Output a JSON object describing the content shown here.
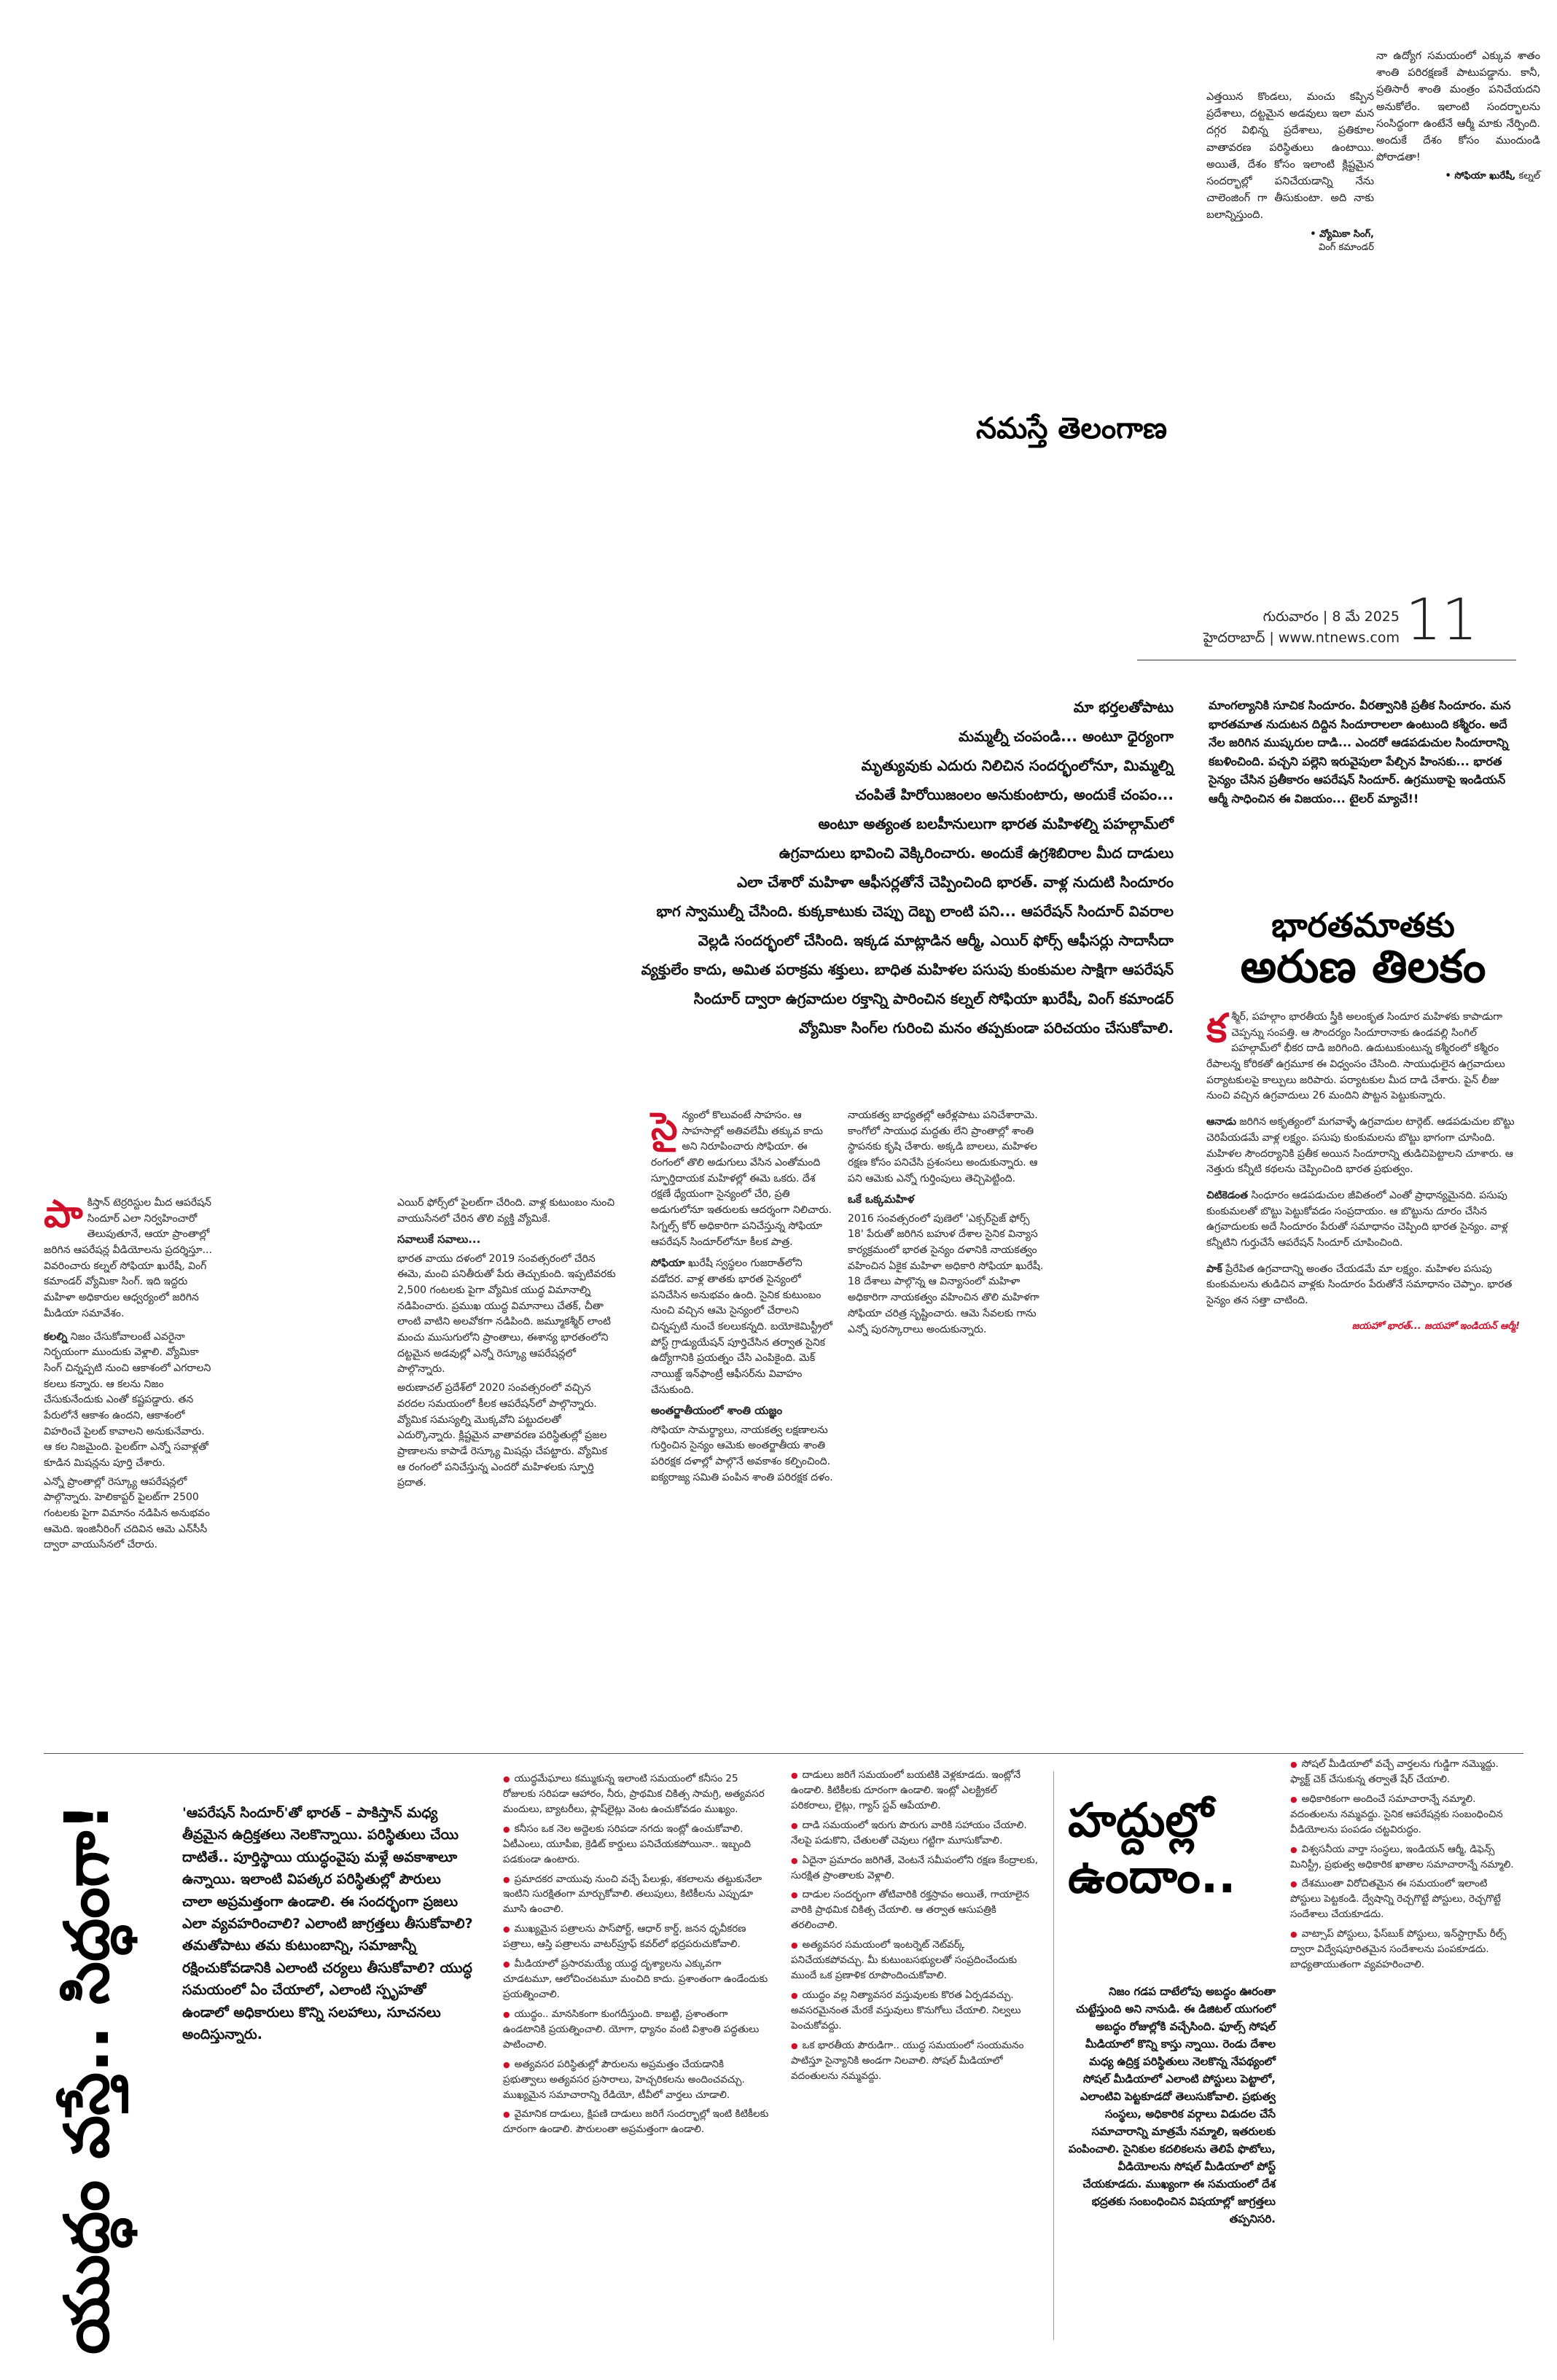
{
  "masthead": {
    "paper_name": "నమస్తే తెలంగాణ",
    "day_date": "గురువారం | 8 మే 2025",
    "city_site": "హైదరాబాద్ | www.ntnews.com",
    "page_number": "11"
  },
  "top_quotes": {
    "vyomika": {
      "text": "ఎత్తయిన కొండలు, మంచు కప్పిన ప్రదేశాలు, దట్టమైన అడవులు ఇలా మన దగ్గర విభిన్న ప్రదేశాలు, ప్రతికూల వాతావరణ పరిస్థితులు ఉంటాయి. అయితే, దేశం కోసం ఇలాంటి క్లిష్టమైన సందర్భాల్లో పనిచేయడాన్ని నేను చాలెంజింగ్ గా తీసుకుంటా. అది నాకు బలాన్నిస్తుంది.",
      "name": "• వ్యోమికా సింగ్,",
      "role": "వింగ్ కమాండర్"
    },
    "sofiya": {
      "text": "నా ఉద్యోగ సమయంలో ఎక్కువ శాతం శాంతి పరిరక్షణకే పాటుపడ్డాను. కానీ, ప్రతిసారీ శాంతి మంత్రం పనిచేయదని అనుకోలేం. ఇలాంటి సందర్భాలను సంసిద్ధంగా ఉంటేనే ఆర్మీ మాకు నేర్పింది. అందుకే దేశం కోసం ముందుండి పోరాడతా!",
      "name": "• సోఫియా ఖురేషీ,",
      "role": "కల్నల్"
    }
  },
  "lead": {
    "lines": [
      "మా భర్తలతోపాటు",
      "మమ్మల్నీ చంపండి... అంటూ ధైర్యంగా",
      "మృత్యువుకు ఎదురు నిలిచిన సందర్భంలోనూ, మిమ్మల్ని",
      "చంపితే హిరోయిజంలం అనుకుంటారు, అందుకే చంపం...",
      "అంటూ అత్యంత బలహీనులుగా భారత మహిళల్ని పహల్గామ్‌లో",
      "ఉగ్రవాదులు భావించి వెక్కిరించారు. అందుకే ఉగ్రశిబిరాల మీద దాడులు",
      "ఎలా చేశారో మహిళా ఆఫీసర్లతోనే చెప్పించింది భారత్. వాళ్ల నుదుటి సిందూరం",
      "భాగ స్వాముల్నీ చేసింది. కుక్కకాటుకు చెప్పు దెబ్బ లాంటి పని... ఆపరేషన్ సిందూర్ వివరాల",
      "వెల్లడి సందర్భంలో చేసింది. ఇక్కడ మాట్లాడిన ఆర్మీ, ఎయిర్ ఫోర్స్ ఆఫీసర్లు సాదాసీదా",
      "వ్యక్తులేం కాదు, అమిత పరాక్రమ శక్తులు. బాధిత మహిళల పసుపు కుంకుమల సాక్షిగా ఆపరేషన్",
      "సిందూర్ ద్వారా ఉగ్రవాదుల రక్తాన్ని పారించిన కల్నల్ సోఫియా ఖురేషీ, వింగ్ కమాండర్",
      "వ్యోమికా సింగ్‌ల గురించి మనం తప్పకుండా పరిచయం చేసుకోవాలి."
    ]
  },
  "sidebar_poem": {
    "text": "మాంగల్యానికి సూచిక సిందూరం. వీరత్వానికి ప్రతీక సిందూరం. మన భారతమాత నుదుటన దిద్దిన సిందూరాలలా ఉంటుంది కశ్మీరం. అదే నేల జరిగిన ముష్కరుల దాడి... ఎందరో ఆడపడుచుల సిందూరాన్ని కబళించింది. పచ్చని పల్లెని ఇరువైపులా పేల్చిన హింసకు... భారత సైన్యం చేసిన ప్రతీకారం ఆపరేషన్ సిందూర్. ఉగ్రముఠాపై ఇండియన్ ఆర్మీ సాధించిన ఈ విజయం... టైలర్ మ్యాచే!!"
  },
  "feature": {
    "title_line1": "భారతమాతకు",
    "title_line2": "అరుణ తిలకం",
    "intro_drop": "క",
    "intro": "శ్మీర్, పహల్గాం భారతీయ స్త్రీకి అలంకృత సిందూర మహిళకు కాపాడుగా చెప్పన్ను సంపత్తి. ఆ సౌందర్యం సిందూరానాకు ఉండవల్లి సింగిల్ పహల్గామ్‌లో భీకర దాడి జరిగింది. ఉదుటుకుంటున్న కశ్మీరంలో కశ్మీరం రేపాలన్న కోరికతో ఉగ్రమూక ఈ విధ్వంసం చేసింది. సాయుధులైన ఉగ్రవాదులు పర్యాటకులపై కాల్పులు జరిపారు. పర్యాటకుల మీద దాడి చేశారు. పైన్ లీజు నుంచి వచ్చిన ఉగ్రవాదులు 26 మందిని పొట్టన పెట్టుకున్నారు.",
    "sections": [
      {
        "head": "ఆనాడు",
        "text": "జరిగిన అకృత్యంలో మగవాళ్ళే ఉగ్రవాదుల టార్గెట్. ఆడపడుచుల బొట్టు చెరిపేయడమే వాళ్ల లక్ష్యం. పసుపు కుంకుమలను బొట్టు భాగంగా చూసింది. మహిళల సౌందర్యానికి ప్రతీక అయిన సిందూరాన్ని తుడిచిపెట్టాలని చూశారు. ఆ నెత్తురు కన్నీటి కథలను చెప్పించింది భారత ప్రభుత్వం."
      },
      {
        "head": "చిటికెడంత",
        "text": "సింధూరం ఆడపడుచుల జీవితంలో ఎంతో ప్రాధాన్యమైనది. పసుపు కుంకుమలతో బొట్టు పెట్టుకోవడం సంప్రదాయం. ఆ బొట్టును దూరం చేసిన ఉగ్రవాదులకు అదే సిందూరం పేరుతో సమాధానం చెప్పింది భారత సైన్యం. వాళ్ల కన్నీటిని గుర్తుచేసే ఆపరేషన్ సిందూర్ చూపించింది."
      },
      {
        "head": "పాక్",
        "text": "ప్రేరేపిత ఉగ్రవాదాన్ని అంతం చేయడమే మా లక్ష్యం. మహిళల పసుపు కుంకుమలను తుడిచిన వాళ్లకు సిందూరం పేరుతోనే సమాధానం చెప్పాం. భారత సైన్యం తన సత్తా చాటింది."
      }
    ],
    "tagline": "జయహో భారత్... జయహో ఇండియన్ ఆర్మీ!"
  },
  "col_left": {
    "drop": "పా",
    "p1": "కిస్తాన్ టెర్రరిస్టుల మీద ఆపరేషన్ సిందూర్ ఎలా నిర్వహించారో తెలుపుతూనే, ఆయా ప్రాంతాల్లో జరిగిన ఆపరేషన్ల వీడియోలను ప్రదర్శిస్తూ... వివరించారు కల్నల్ సోఫియా ఖురేషీ, వింగ్ కమాండర్ వ్యోమికా సింగ్. ఇది ఇద్దరు మహిళా అధికారుల ఆధ్వర్యంలో జరిగిన మీడియా సమావేశం.",
    "sub": "కలల్ని",
    "p2": "నిజం చేసుకోవాలంటే ఎవరైనా నిర్భయంగా ముందుకు వెళ్లాలి. వ్యోమికా సింగ్ చిన్నప్పటి నుంచి ఆకాశంలో ఎగరాలని కలలు కన్నారు. ఆ కలను నిజం చేసుకునేందుకు ఎంతో కష్టపడ్డారు. తన పేరులోనే ఆకాశం ఉందని, ఆకాశంలో విహరించే పైలట్ కావాలని అనుకునేవారు. ఆ కల నిజమైంది. పైలట్‌గా ఎన్నో సవాళ్లతో కూడిన మిషన్లను పూర్తి చేశారు.",
    "p3": "ఎన్నో ప్రాంతాల్లో రెస్క్యూ ఆపరేషన్లలో పాల్గొన్నారు. హెలికాప్టర్ పైలట్‌గా 2500 గంటలకు పైగా విమానం నడిపిన అనుభవం ఆమెది. ఇంజినీరింగ్ చదివిన ఆమె ఎన్‌సీసీ ద్వారా వాయుసేనలో చేరారు."
  },
  "col_mid": {
    "p0": "ఎయిర్ ఫోర్స్‌లో పైలట్‌గా చేరింది. వాళ్ల కుటుంబం నుంచి వాయుసేనలో చేరిన తొలి వ్యక్తి వ్యోమికే.",
    "sub": "సవాలుకే సవాలు...",
    "p1": "భారత వాయు దళంలో 2019 సంవత్సరంలో చేరిన ఈమె, మంచి పనితీరుతో పేరు తెచ్చుకుంది. ఇప్పటివరకు 2,500 గంటలకు పైగా వ్యోమిక యుద్ధ విమానాల్ని నడిపించారు. ప్రముఖ యుద్ధ విమానాలు చేతక్, చీతా లాంటి వాటిని అలవోకగా నడిపింది. జమ్మూకశ్మీర్ లాంటి మంచు ముసుగులోని ప్రాంతాలు, ఈశాన్య భారతంలోని దట్టమైన అడవుల్లో ఎన్నో రెస్క్యూ ఆపరేషన్లలో పాల్గొన్నారు.",
    "p2": "అరుణాచల్ ప్రదేశ్‌లో 2020 సంవత్సరంలో వచ్చిన వరదల సమయంలో కీలక ఆపరేషన్‌లో పాల్గొన్నారు. వ్యోమిక సమస్యల్ని మొక్కవోని పట్టుదలతో ఎదుర్కొన్నారు. క్లిష్టమైన వాతావరణ పరిస్థితుల్లో ప్రజల ప్రాణాలను కాపాడే రెస్క్యూ మిషన్లు చేపట్టారు. వ్యోమిక ఆ రంగంలో పనిచేస్తున్న ఎందరో మహిళలకు స్ఫూర్తి ప్రదాత."
  },
  "col_c": {
    "drop": "సై",
    "p1": "న్యంలో కొలువంటే సాహసం. ఆ సాహసాల్లో అతివలేమీ తక్కువ కాదు అని నిరూపించారు సోఫియా. ఈ రంగంలో తొలి అడుగులు వేసిన ఎంతోమంది స్ఫూర్తిదాయక మహిళల్లో ఈమె ఒకరు. దేశ రక్షణే ధ్యేయంగా సైన్యంలో చేరి, ప్రతి అడుగులోనూ ఇతరులకు ఆదర్శంగా నిలిచారు. సిగ్నల్స్ కోర్ అధికారిగా పనిచేస్తున్న సోఫియా ఆపరేషన్ సిందూర్‌లోనూ కీలక పాత్ర.",
    "sub1": "సోఫియా",
    "p2": "ఖురేషీ స్వస్థలం గుజరాత్‌లోని వడోదర. వాళ్ల తాతకు భారత సైన్యంలో పనిచేసిన అనుభవం ఉంది. సైనిక కుటుంబం నుంచి వచ్చిన ఆమె సైన్యంలో చేరాలని చిన్నప్పటి నుంచే కలలుకన్నది. బయోకెమిస్ట్రీలో పోస్ట్ గ్రాడ్యుయేషన్ పూర్తిచేసిన తర్వాత సైనిక ఉద్యోగానికి ప్రయత్నం చేసి ఎంపికైంది. మెక్ నాయిజ్డ్ ఇన్‌ఫాంట్రీ ఆఫీసర్‌ను వివాహం చేసుకుంది.",
    "sub2": "అంతర్జాతీయంలో శాంతి యజ్ఞం",
    "p3": "సోఫియా సామర్థ్యాలు, నాయకత్వ లక్షణాలను గుర్తించిన సైన్యం ఆమెకు అంతర్జాతీయ శాంతి పరిరక్షక దళాల్లో పాల్గొనే అవకాశం కల్పించింది. ఐక్యరాజ్య సమితి పంపిన శాంతి పరిరక్షక దళం."
  },
  "col_d": {
    "p1": "నాయకత్వ బాధ్యతల్లో ఆరేళ్లపాటు పనిచేశారామె. కాంగోలో సాయుధ మద్దతు లేని ప్రాంతాల్లో శాంతి స్థాపనకు కృషి చేశారు. అక్కడి బాలలు, మహిళల రక్షణ కోసం పనిచేసి ప్రశంసలు అందుకున్నారు. ఆ పని ఆమెకు ఎన్నో గుర్తింపులు తెచ్చిపెట్టింది.",
    "sub": "ఒకే ఒక్కమహిళ",
    "p2": "2016 సంవత్సరంలో పుణెలో 'ఎక్సర్‌సైజ్ ఫోర్స్ 18' పేరుతో జరిగిన బహుళ దేశాల సైనిక విన్యాస కార్యక్రమంలో భారత సైన్యం దళానికి నాయకత్వం వహించిన ఏకైక మహిళా అధికారి సోఫియా ఖురేషీ. 18 దేశాలు పాల్గొన్న ఆ విన్యాసంలో మహిళా అధికారిగా నాయకత్వం వహించిన తొలి మహిళగా సోఫియా చరిత్ర సృష్టించారు. ఆమె సేవలకు గాను ఎన్నో పురస్కారాలు అందుకున్నారు."
  },
  "war_section": {
    "vertical_title": "యుద్ధం వస్తే.. సిద్ధంగా!",
    "intro": "'ఆపరేషన్ సిందూర్'తో భారత్ – పాకిస్తాన్ మధ్య తీవ్రమైన ఉద్రిక్తతలు నెలకొన్నాయి. పరిస్థితులు చేయి దాటితే.. పూర్తిస్థాయి యుద్ధంవైపు మళ్లే అవకాశాలూ ఉన్నాయి. ఇలాంటి విపత్కర పరిస్థితుల్లో పౌరులు చాలా అప్రమత్తంగా ఉండాలి. ఈ సందర్భంగా ప్రజలు ఎలా వ్యవహరించాలి? ఎలాంటి జాగ్రత్తలు తీసుకోవాలి? తమతోపాటు తమ కుటుంబాన్ని, సమాజాన్నీ రక్షించుకోవడానికి ఎలాంటి చర్యలు తీసుకోవాలి? యుద్ధ సమయంలో ఏం చేయాలో, ఎలాంటి స్పృహతో ఉండాలో అధికారులు కొన్ని సలహాలు, సూచనలు అందిస్తున్నారు.",
    "col1": [
      "యుద్ధమేఘాలు కమ్ముకున్న ఇలాంటి సమయంలో కనీసం 25 రోజులకు సరిపడా ఆహారం, నీరు, ప్రాథమిక చికిత్స సామగ్రి, అత్యవసర మందులు, బ్యాటరీలు, ఫ్లాష్‌లైట్లు వెంట ఉంచుకోవడం ముఖ్యం.",
      "కనీసం ఒక నెల అద్దెలకు సరిపడా నగదు ఇంట్లో ఉంచుకోవాలి. ఏటీఎంలు, యూపీఐ, క్రెడిట్ కార్డులు పనిచేయకపోయినా.. ఇబ్బంది పడకుండా ఉంటారు.",
      "ప్రమాదకర వాయువు నుంచి వచ్చే పేలుళ్లు, శకలాలను తట్టుకునేలా ఇంటిని సురక్షితంగా మార్చుకోవాలి. తలుపులు, కిటికీలను ఎప్పుడూ మూసి ఉంచాలి.",
      "ముఖ్యమైన పత్రాలను పాస్‌పోర్ట్, ఆధార్ కార్డ్, జనన ధృవీకరణ పత్రాలు, ఆస్తి పత్రాలను వాటర్‌ప్రూఫ్ కవర్‌లో భద్రపరుచుకోవాలి.",
      "మీడియాలో ప్రసారమయ్యే యుద్ధ దృశ్యాలను ఎక్కువగా చూడటమూ, ఆలోచించటమూ మంచిది కాదు. ప్రశాంతంగా ఉండేందుకు ప్రయత్నించాలి.",
      "యుద్ధం.. మానసికంగా కుంగదీస్తుంది. కాబట్టి, ప్రశాంతంగా ఉండటానికి ప్రయత్నించాలి. యోగా, ధ్యానం వంటి విశ్రాంతి పద్ధతులు పాటించాలి.",
      "అత్యవసర పరిస్థితుల్లో పౌరులను అప్రమత్తం చేయడానికి ప్రభుత్వాలు అత్యవసర ప్రసారాలు, హెచ్చరికలను అందించవచ్చు. ముఖ్యమైన సమాచారాన్ని రేడియో, టీవీలో వార్తలు చూడాలి.",
      "వైమానిక దాడులు, క్షిపణి దాడులు జరిగే సందర్భాల్లో ఇంటి కిటికీలకు దూరంగా ఉండాలి. పౌరులంతా అప్రమత్తంగా ఉండాలి."
    ],
    "col2": [
      "దాడులు జరిగే సమయంలో బయటికి వెళ్లకూడదు. ఇంట్లోనే ఉండాలి. కిటికీలకు దూరంగా ఉండాలి. ఇంట్లో ఎలక్ట్రికల్ పరికరాలు, లైట్లు, గ్యాస్ స్టవ్ ఆపేయాలి.",
      "దాడి సమయంలో ఇరుగు పొరుగు వారికి సహాయం చేయాలి. నేలపై పడుకొని, చేతులతో చెవులు గట్టిగా మూసుకోవాలి.",
      "ఏదైనా ప్రమాదం జరిగితే, వెంటనే సమీపంలోని రక్షణ కేంద్రాలకు, సురక్షిత ప్రాంతాలకు వెళ్లాలి.",
      "దాడుల సందర్భంగా తోటివారికి రక్తస్రావం అయితే, గాయాలైన వారికి ప్రాథమిక చికిత్స చేయాలి. ఆ తర్వాత ఆసుపత్రికి తరలించాలి.",
      "అత్యవసర సమయంలో ఇంటర్నెట్ నెట్‌వర్క్ పనిచేయకపోవచ్చు. మీ కుటుంబసభ్యులతో సంప్రదించేందుకు ముందే ఒక ప్రణాళిక రూపొందించుకోవాలి.",
      "యుద్ధం వల్ల నిత్యావసర వస్తువులకు కొరత ఏర్పడవచ్చు. అవసరమైనంత మేరకే వస్తువులు కొనుగోలు చేయాలి. నిల్వలు పెంచుకోవద్దు.",
      "ఒక భారతీయ పౌరుడిగా.. యుద్ధ సమయంలో సంయమనం పాటిస్తూ సైన్యానికి అండగా నిలవాలి. సోషల్ మీడియాలో వదంతులను నమ్మవద్దు."
    ]
  },
  "limit_section": {
    "title_line1": "హద్దుల్లో",
    "title_line2": "ఉందాం..",
    "text": "నిజం గడప దాటేలోపు అబద్ధం ఊరంతా చుట్టేస్తుంది అని నానుడి. ఈ డిజిటల్ యుగంలో అబద్ధం రోజుల్లోకి వచ్చేసింది. ఫూల్స్ సోషల్ మీడియాలో కొన్ని కాస్తు న్నాయి. రెండు దేశాల మధ్య ఉద్రిక్త పరిస్థితులు నెలకొన్న నేపథ్యంలో సోషల్ మీడియాలో ఎలాంటి పోస్టులు పెట్టాలో, ఎలాంటివి పెట్టకూడదో తెలుసుకోవాలి. ప్రభుత్వ సంస్థలు, అధికారిక వర్గాలు విడుదల చేసే సమాచారాన్ని మాత్రమే నమ్మాలి, ఇతరులకు పంపించాలి. సైనికుల కదలికలను తెలిపే ఫొటోలు, వీడియోలను సోషల్ మీడియాలో పోస్ట్ చేయకూడదు. ముఖ్యంగా ఈ సమయంలో దేశ భద్రతకు సంబంధించిన విషయాల్లో జాగ్రత్తలు తప్పనిసరి."
  },
  "tips_list": [
    "సోషల్ మీడియాలో వచ్చే వార్తలను గుడ్డిగా నమ్మొద్దు. ఫ్యాక్ట్ చెక్ చేసుకున్న తర్వాతే షేర్ చేయాలి.",
    "అధికారికంగా అందించే సమాచారాన్నే నమ్మాలి. వదంతులను నమ్మవద్దు. సైనిక ఆపరేషన్లకు సంబంధించిన వీడియోలను పంపడం చట్టవిరుద్ధం.",
    "విశ్వసనీయ వార్తా సంస్థలు, ఇండియన్ ఆర్మీ, డిఫెన్స్ మినిస్ట్రీ, ప్రభుత్వ అధికారిక ఖాతాల సమాచారాన్నే నమ్మాలి.",
    "దేశముంతా విరోచితమైన ఈ సమయంలో ఇలాంటి పోస్టులు పెట్టకండి. ద్వేషాన్ని రెచ్చగొట్టే పోస్టులు, రెచ్చగొట్టే సందేశాలు చేయకూడదు.",
    "వాట్సాప్ పోస్టులు, ఫేస్‌బుక్ పోస్టులు, ఇన్‌స్టాగ్రామ్ రీల్స్‌ ద్వారా విద్వేషపూరితమైన సందేశాలను పంపకూడదు. బాధ్యతాయుతంగా వ్యవహరించాలి."
  ]
}
